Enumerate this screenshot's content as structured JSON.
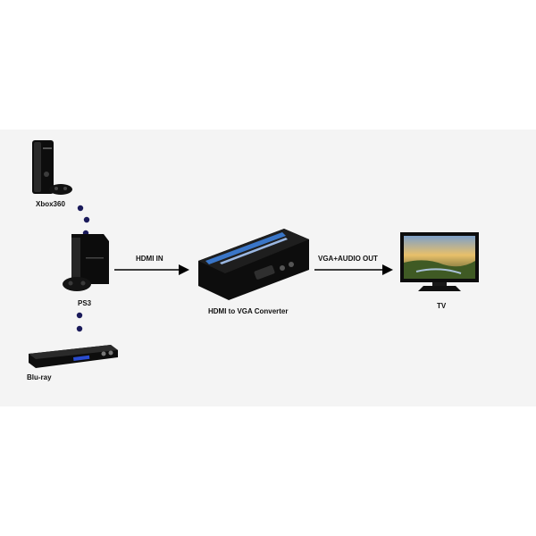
{
  "devices": {
    "xbox": {
      "label": "Xbox360",
      "icon": "xbox360-console-icon"
    },
    "ps3": {
      "label": "PS3",
      "icon": "ps3-console-icon"
    },
    "bluray": {
      "label": "Blu-ray",
      "icon": "bluray-player-icon"
    }
  },
  "converter": {
    "label": "HDMI to VGA Converter",
    "icon": "hdmi-to-vga-converter-icon"
  },
  "tv": {
    "label": "TV",
    "icon": "tv-icon"
  },
  "connections": {
    "hdmi_in": "HDMI IN",
    "vga_audio_out": "VGA+AUDIO OUT"
  },
  "colors": {
    "background": "#f4f4f4",
    "dots": "#1a1a5a",
    "device_body": "#111111",
    "accent": "#3a76c8"
  }
}
